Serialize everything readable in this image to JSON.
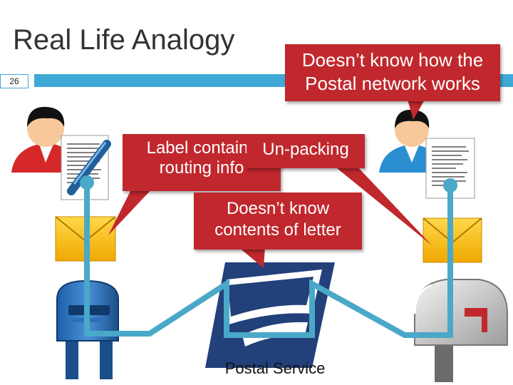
{
  "slide": {
    "title": "Real Life Analogy",
    "number": "26"
  },
  "callouts": {
    "postal_network": "Doesn’t know how the Postal network works",
    "label": "Label contains routing info",
    "unpacking": "Un-packing",
    "contents": "Doesn’t know contents of letter"
  },
  "caption": {
    "postal_service": "Postal Service"
  },
  "icons": [
    "sender-person-icon",
    "receiver-person-icon",
    "letter-icon",
    "pen-icon",
    "envelope-icon",
    "blue-mailbox-icon",
    "usps-eagle-logo-icon",
    "rural-mailbox-icon"
  ],
  "colors": {
    "accent": "#3fa9d6",
    "callout": "#c0282d",
    "path": "#4aa8c8",
    "envelope": "#f5b800"
  }
}
